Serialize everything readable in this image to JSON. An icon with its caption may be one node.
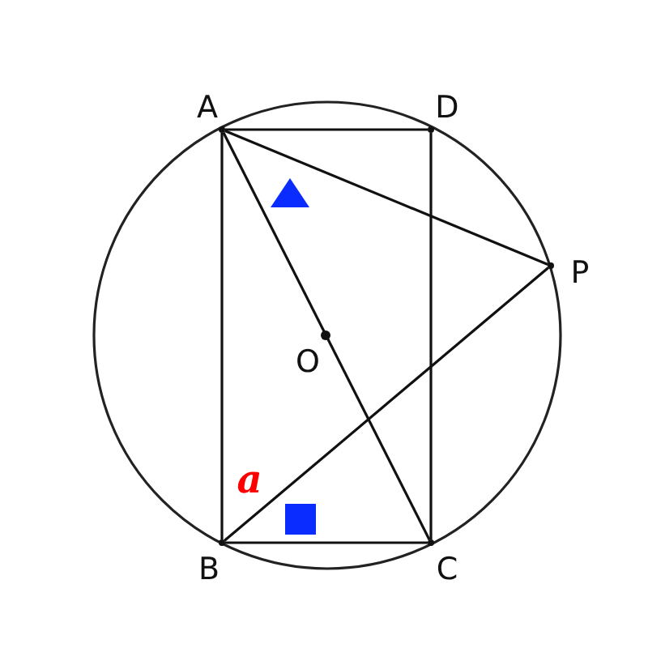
{
  "diagram": {
    "nodes": [
      {
        "text": [],
        "shape": "point"
      },
      {
        "text": [],
        "shape": "point"
      },
      {
        "text": [],
        "shape": "point"
      },
      {
        "text": [],
        "shape": "point"
      },
      {
        "text": [],
        "shape": "point"
      }
    ],
    "edges": [
      {
        "from": 0,
        "to": 1,
        "arrow": "none"
      },
      {
        "from": 0,
        "to": 2,
        "arrow": "none"
      },
      {
        "from": 1,
        "to": 3,
        "arrow": "none"
      },
      {
        "from": 2,
        "to": 3,
        "arrow": "none"
      },
      {
        "from": 0,
        "to": 3,
        "arrow": "none"
      },
      {
        "from": 0,
        "to": 4,
        "arrow": "none"
      },
      {
        "from": 2,
        "to": 4,
        "arrow": "none"
      }
    ],
    "labels": [
      "A",
      "D",
      "P",
      "O",
      "B",
      "C",
      "a"
    ]
  }
}
